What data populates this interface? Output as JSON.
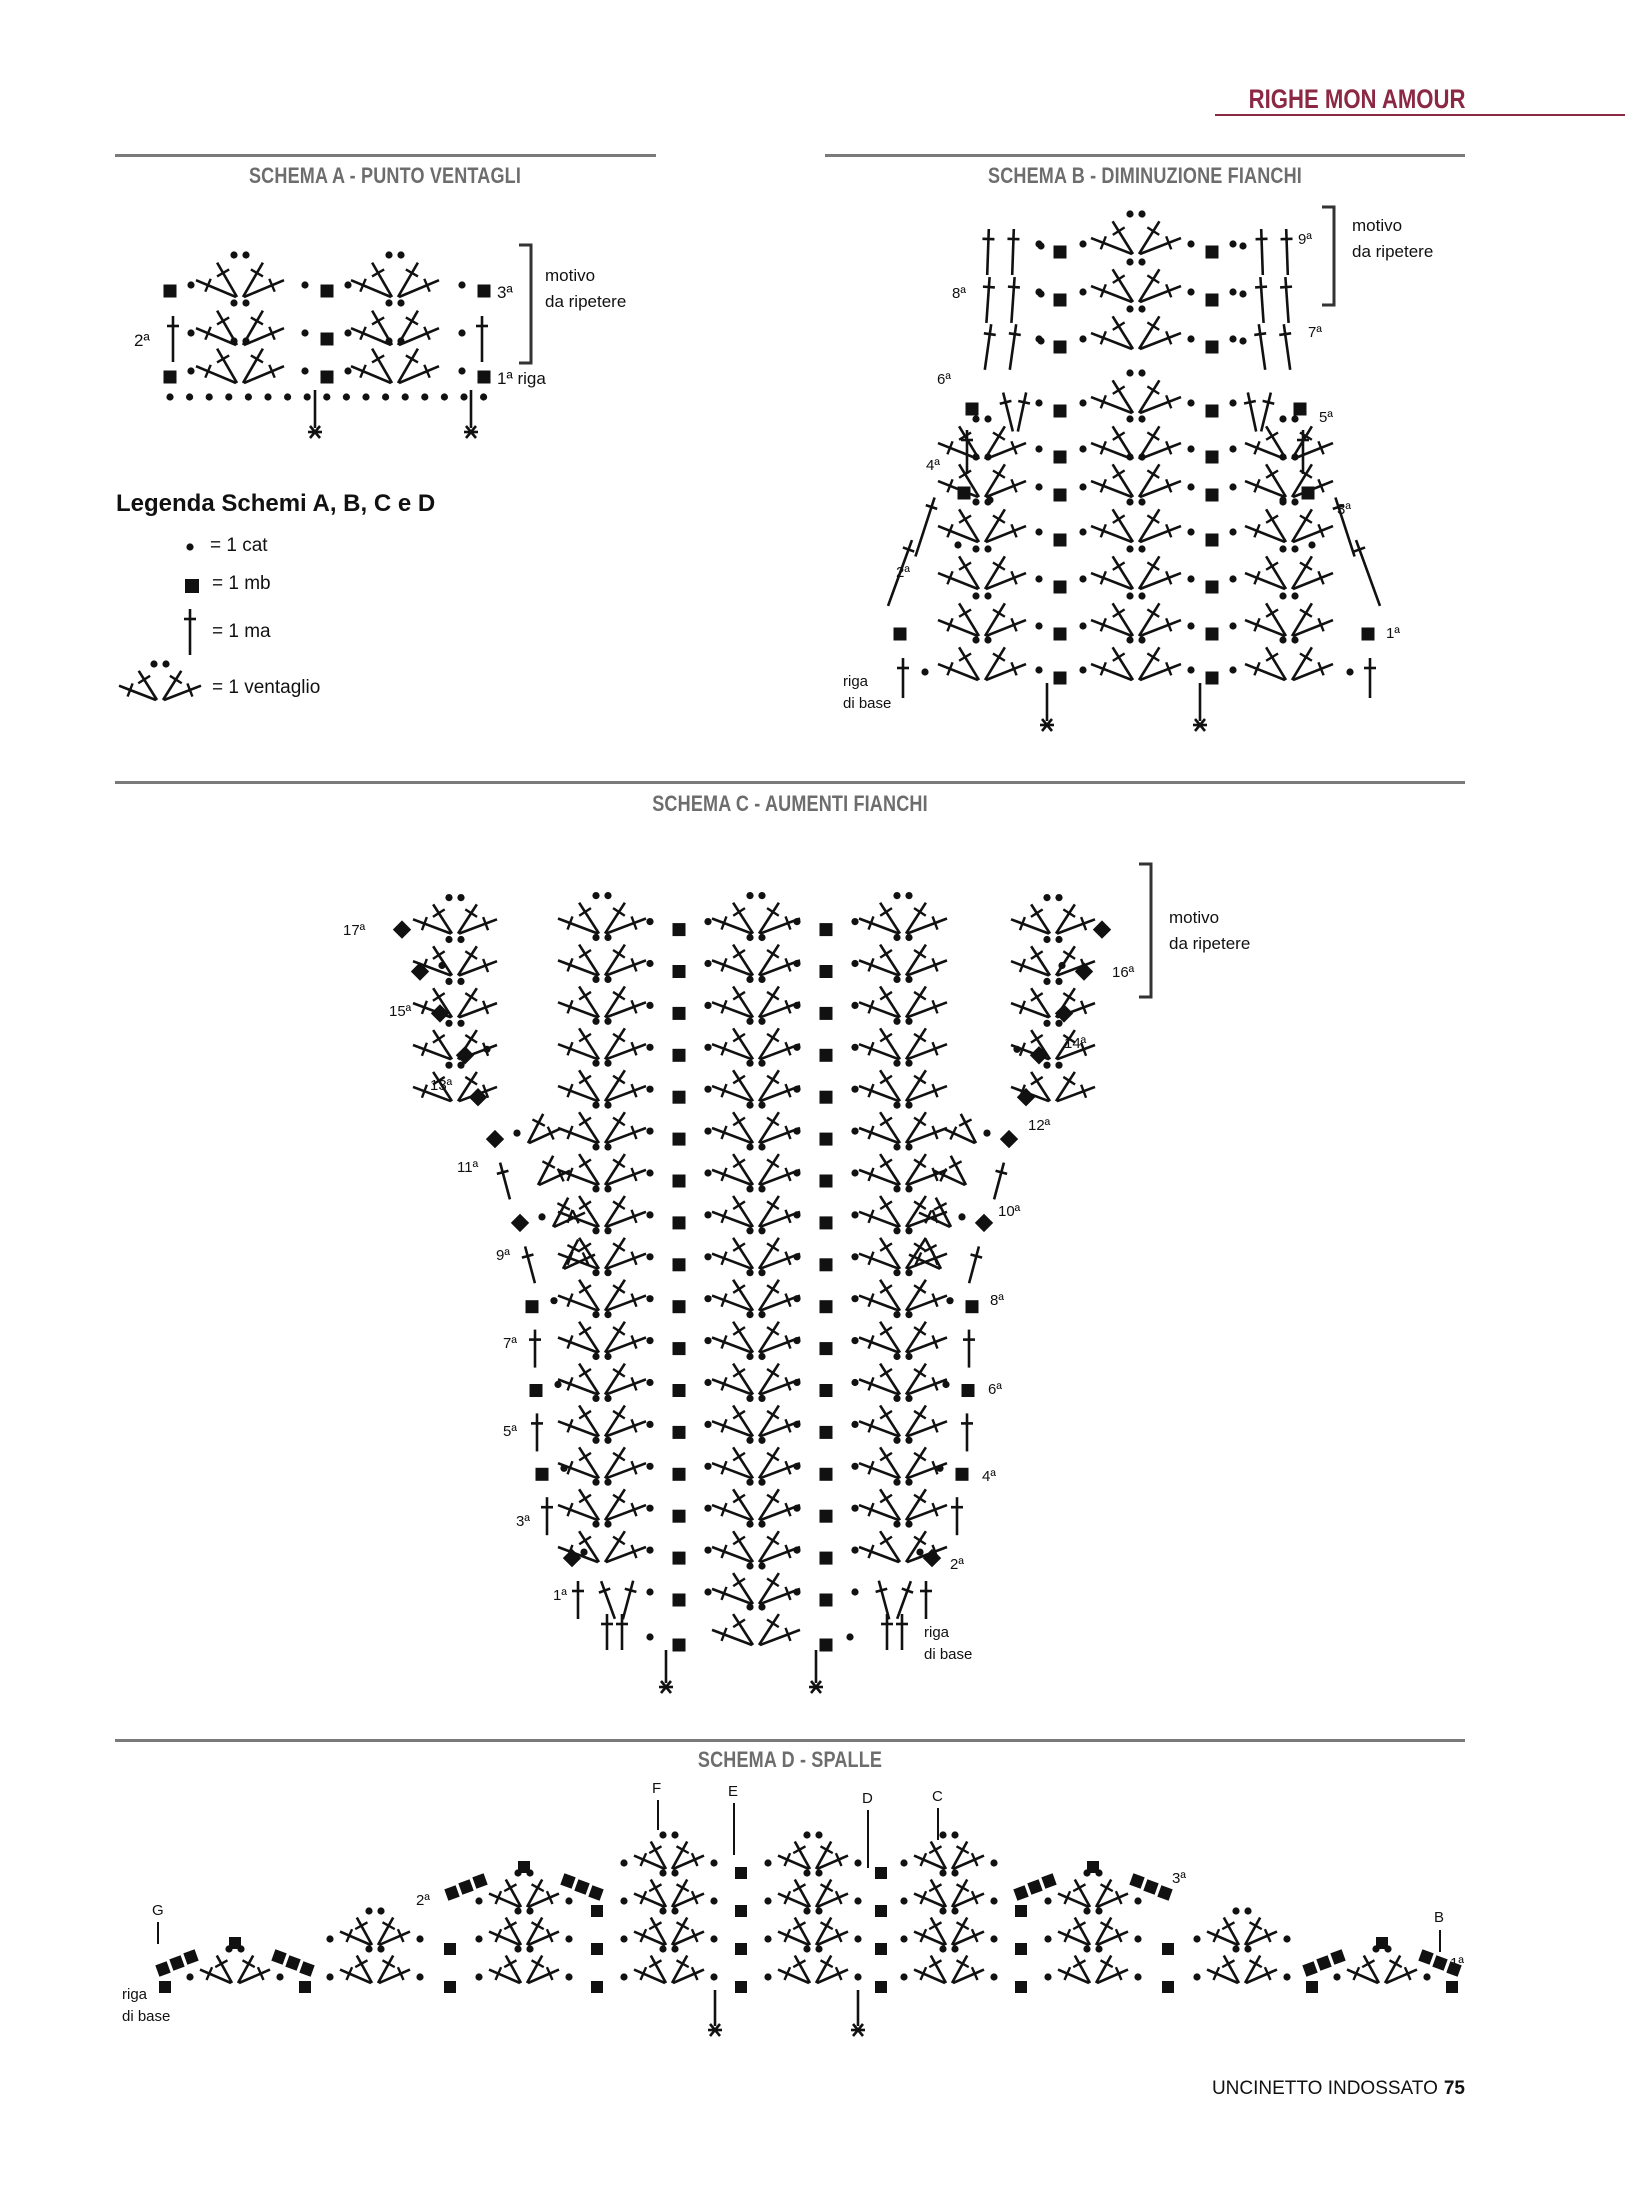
{
  "header": {
    "section_title": "RIGHE MON AMOUR"
  },
  "schema_a": {
    "title": "SCHEMA A - PUNTO VENTAGLI",
    "row_labels": {
      "r1": "1ª riga",
      "r2": "2ª",
      "r3": "3ª"
    },
    "motivo": "motivo",
    "da_ripetere": "da ripetere"
  },
  "legend": {
    "title": "Legenda Schemi A, B, C e D",
    "items": [
      {
        "icon": "chain-dot-icon",
        "label": "= 1 cat"
      },
      {
        "icon": "single-crochet-square-icon",
        "label": "= 1 mb"
      },
      {
        "icon": "double-crochet-icon",
        "label": "= 1 ma"
      },
      {
        "icon": "fan-stitch-icon",
        "label": "= 1 ventaglio"
      }
    ]
  },
  "schema_b": {
    "title": "SCHEMA B - DIMINUZIONE FIANCHI",
    "row_labels": {
      "r1": "1ª",
      "r2": "2ª",
      "r3": "3ª",
      "r4": "4ª",
      "r5": "5ª",
      "r6": "6ª",
      "r7": "7ª",
      "r8": "8ª",
      "r9": "9ª"
    },
    "base_label": {
      "line1": "riga",
      "line2": "di base"
    },
    "motivo": "motivo",
    "da_ripetere": "da ripetere"
  },
  "schema_c": {
    "title": "SCHEMA C - AUMENTI FIANCHI",
    "row_labels": {
      "r1": "1ª",
      "r2": "2ª",
      "r3": "3ª",
      "r4": "4ª",
      "r5": "5ª",
      "r6": "6ª",
      "r7": "7ª",
      "r8": "8ª",
      "r9": "9ª",
      "r10": "10ª",
      "r11": "11ª",
      "r12": "12ª",
      "r13": "13ª",
      "r14": "14ª",
      "r15": "15ª",
      "r16": "16ª",
      "r17": "17ª"
    },
    "base_label": {
      "line1": "riga",
      "line2": "di base"
    },
    "motivo": "motivo",
    "da_ripetere": "da ripetere"
  },
  "schema_d": {
    "title": "SCHEMA D - SPALLE",
    "row_labels": {
      "r1": "1ª",
      "r2": "2ª",
      "r3": "3ª"
    },
    "base_label": {
      "line1": "riga",
      "line2": "di base"
    },
    "markers": {
      "b": "B",
      "c": "C",
      "d": "D",
      "e": "E",
      "f": "F",
      "g": "G"
    }
  },
  "footer": {
    "magazine": "UNCINETTO INDOSSATO",
    "page": "75"
  },
  "colors": {
    "accent": "#8b2843",
    "title_grey": "#6d6d6e",
    "rule": "#7a7a7a",
    "ink": "#111111"
  }
}
